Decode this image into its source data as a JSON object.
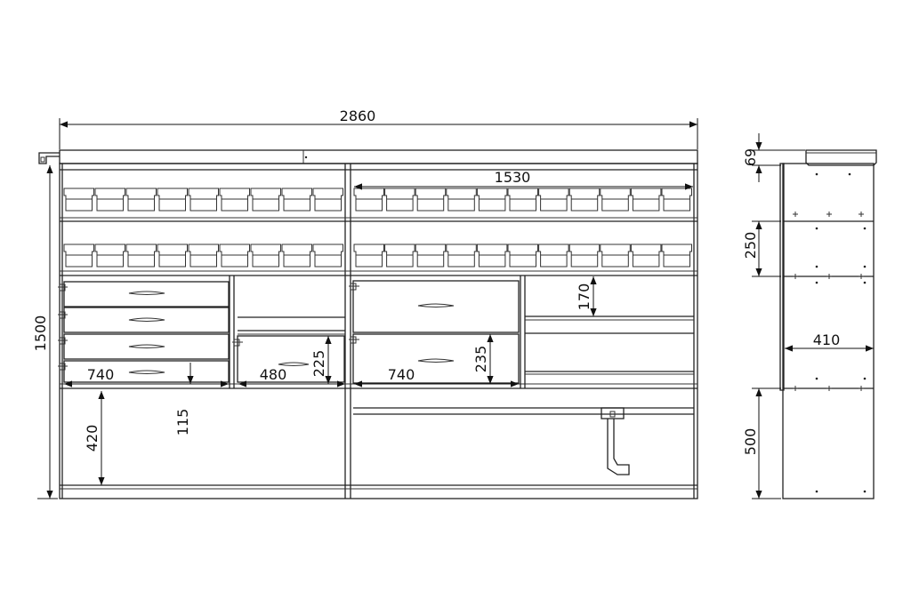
{
  "title": "",
  "front_view": {
    "dimensions": {
      "overall_width": "2860",
      "right_section_width": "1530",
      "overall_height": "1500",
      "left_drawer_width": "740",
      "left_drawer_gap": "115",
      "center_drawer_width": "480",
      "center_drawer_height": "225",
      "right_drawer_width": "740",
      "right_drawer_height": "235",
      "right_shelf_height": "170",
      "lower_compartment_height": "420"
    }
  },
  "side_view": {
    "dimensions": {
      "top_tray_height": "69",
      "shelf_spacing": "250",
      "depth": "410",
      "lower_height": "500"
    }
  },
  "colors": {
    "line": "#222222",
    "background": "#ffffff"
  }
}
